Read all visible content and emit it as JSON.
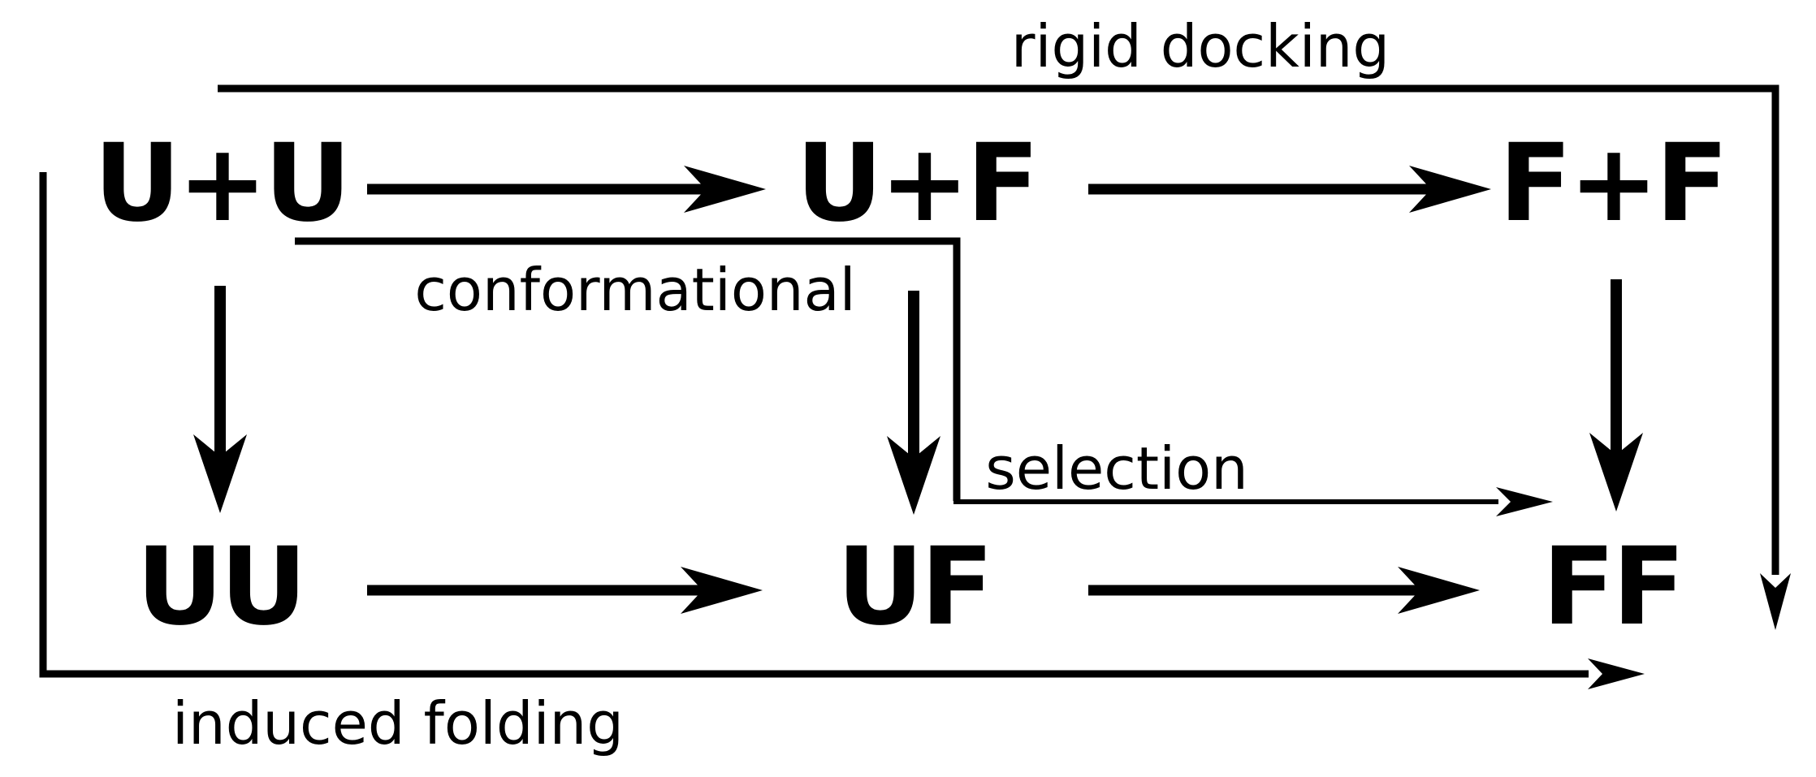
{
  "figure": {
    "background_color": "#ffffff",
    "line_color": "#000000",
    "nodes": [
      {
        "id": "u-plus-u",
        "label": "U+U"
      },
      {
        "id": "u-plus-f",
        "label": "U+F"
      },
      {
        "id": "f-plus-f",
        "label": "F+F"
      },
      {
        "id": "uu",
        "label": "UU"
      },
      {
        "id": "uf",
        "label": "UF"
      },
      {
        "id": "ff",
        "label": "FF"
      }
    ],
    "pathway_labels": {
      "rigid_docking": "rigid docking",
      "conformational": "conformational",
      "selection": "selection",
      "induced_folding": "induced folding"
    },
    "edges": [
      {
        "from": "U+U",
        "to": "U+F"
      },
      {
        "from": "U+F",
        "to": "F+F"
      },
      {
        "from": "UU",
        "to": "UF"
      },
      {
        "from": "UF",
        "to": "FF"
      },
      {
        "from": "U+U",
        "to": "UU"
      },
      {
        "from": "U+F",
        "to": "UF"
      },
      {
        "from": "F+F",
        "to": "FF"
      },
      {
        "from": "U+U",
        "to": "FF",
        "label": "rigid docking",
        "route": "over the top and down the right side"
      },
      {
        "from": "U+U",
        "to": "FF",
        "label": "conformational selection",
        "route": "right then down then right into FF arrow"
      },
      {
        "from": "U+U",
        "to": "FF",
        "label": "induced folding",
        "route": "down the left side and along the bottom"
      }
    ]
  }
}
